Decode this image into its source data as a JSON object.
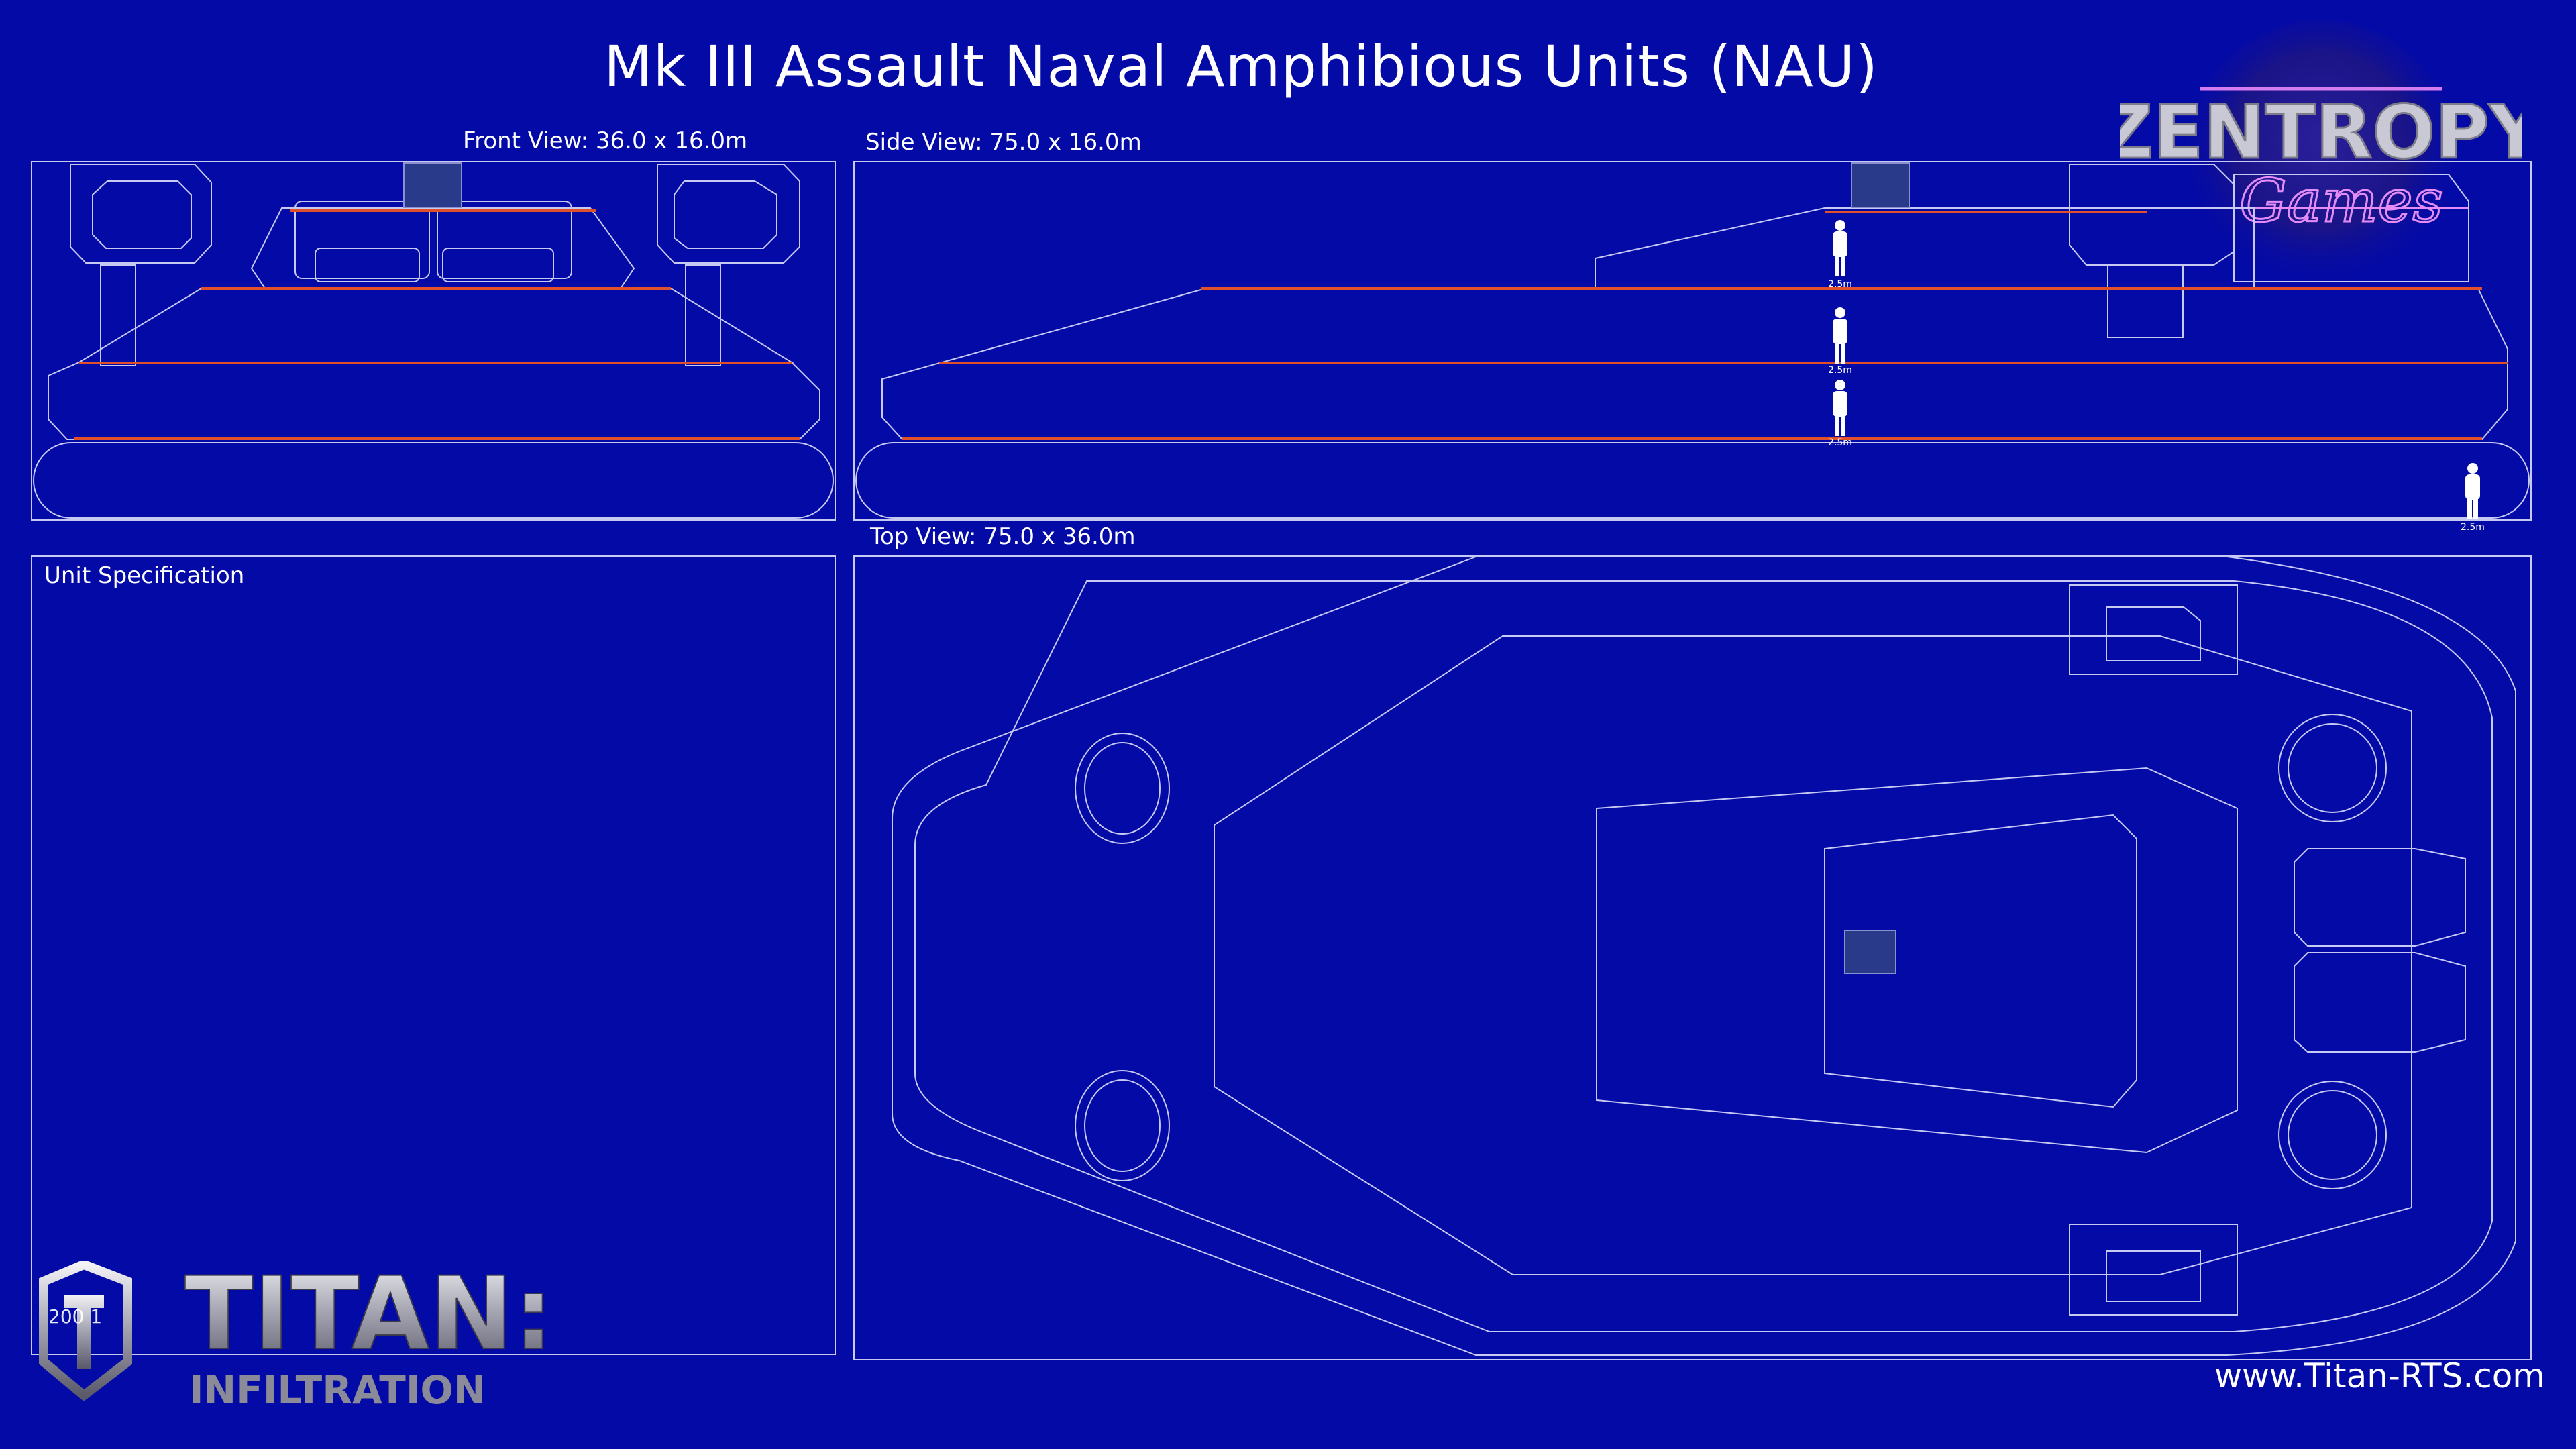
{
  "title": "Mk III Assault Naval Amphibious Units (NAU)",
  "views": {
    "front": "Front View: 36.0 x 16.0m",
    "side": "Side View: 75.0 x 16.0m",
    "top": "Top View: 75.0 x 36.0m"
  },
  "spec": {
    "title": "Unit Specification",
    "id": "200 1"
  },
  "scale_marker": "2.5m",
  "website": "www.Titan-RTS.com",
  "logos": {
    "zentropy_line1": "ZENTROPY",
    "zentropy_line2": "Games",
    "titan_line1": "TITAN:",
    "titan_line2": "INFILTRATION"
  },
  "colors": {
    "background": "#040aa6",
    "outline": "#c6c9f2",
    "deck_line": "#e0502a",
    "hatch": "#2a3a8a"
  }
}
